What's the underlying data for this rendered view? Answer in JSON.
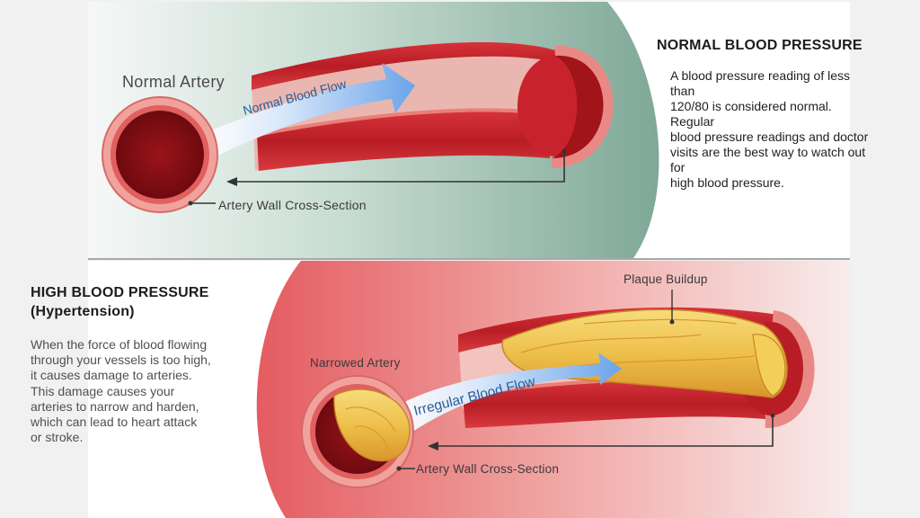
{
  "normal": {
    "heading": "NORMAL BLOOD PRESSURE",
    "text_lines": [
      "A blood pressure reading of less",
      "than",
      "120/80 is considered normal.",
      "Regular",
      "blood pressure readings and doctor",
      "visits are the best way to watch out",
      "for",
      "high blood pressure."
    ],
    "artery_label": "Normal Artery",
    "flow_label": "Normal Blood Flow",
    "cross_section_label": "Artery Wall Cross-Section"
  },
  "high": {
    "heading_line1": "HIGH BLOOD PRESSURE",
    "heading_line2": "(Hypertension)",
    "text_lines": [
      "When the force of blood flowing",
      "through your vessels is too high,",
      "it causes damage to arteries.",
      "This damage causes your",
      "arteries to narrow and harden,",
      "which can lead to heart attack",
      "or stroke."
    ],
    "plaque_label": "Plaque Buildup",
    "narrowed_label": "Narrowed Artery",
    "flow_label": "Irregular Blood Flow",
    "cross_section_label": "Artery Wall Cross-Section"
  },
  "colors": {
    "artery_red": "#c8232c",
    "artery_dark": "#8e1217",
    "wall_pink": "#ec8c86",
    "normal_bg": "#9cc1b1",
    "high_bg": "#e46b6f",
    "plaque_yellow": "#eec04a",
    "flow_blue": "#7aaee8"
  }
}
